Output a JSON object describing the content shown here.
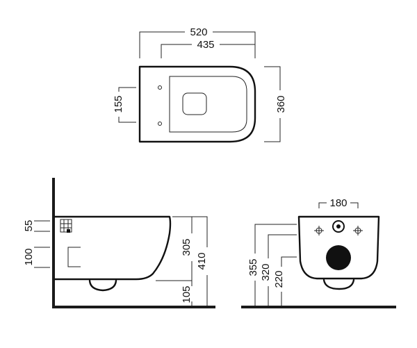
{
  "top_view": {
    "width_overall": "520",
    "width_bowl": "435",
    "depth": "360",
    "fixing_spacing": "155"
  },
  "side_view": {
    "upper_offset": "55",
    "lower_spacing": "100",
    "rim_height": "305",
    "overall_height": "410",
    "base_clearance": "105"
  },
  "rear_view": {
    "bolt_spacing": "180",
    "height_top": "355",
    "height_bolts": "320",
    "height_outlet": "220"
  }
}
